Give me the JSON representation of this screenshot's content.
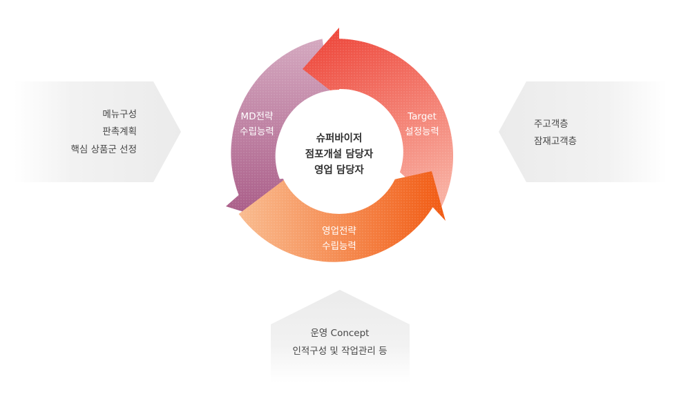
{
  "cycle": {
    "center_lines": [
      "슈퍼바이저",
      "점포개설 담당자",
      "영업 담당자"
    ],
    "md_strategy": [
      "MD전략",
      "수립능력"
    ],
    "target_setting": [
      "Target",
      "설정능력"
    ],
    "sales_strategy": [
      "영업전략",
      "수립능력"
    ]
  },
  "left_box": [
    "메뉴구성",
    "판촉계획",
    "핵심 상품군 선정"
  ],
  "right_box": [
    "주고객층",
    "잠재고객층"
  ],
  "bottom_box": [
    "운영 Concept",
    "인적구성 및 작업관리 등"
  ],
  "colors": {
    "md_arrow_top": "#d4a8bf",
    "md_arrow_bottom": "#a85a86",
    "target_arrow_top": "#ee4a3e",
    "target_arrow_bottom": "#f8aea0",
    "sales_arrow_left": "#f9bc90",
    "sales_arrow_right": "#f15a12",
    "box_gray": "#efefef"
  }
}
